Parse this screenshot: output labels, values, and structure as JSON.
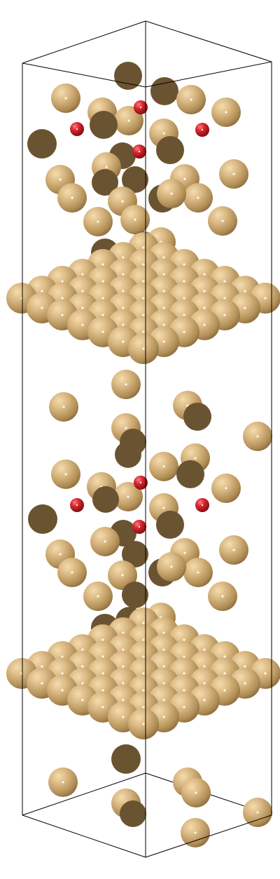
{
  "scene": {
    "kind": "atomistic-structure-render",
    "background_color": "#ffffff",
    "cell_edge_color": "#000000",
    "atom_types": [
      {
        "element_color_name": "tan",
        "color": "#c8a46e",
        "shadow_color": "#5e4a2e"
      },
      {
        "element_color_name": "red",
        "color": "#d0202a",
        "shadow_color": "#6a0a10"
      }
    ]
  }
}
